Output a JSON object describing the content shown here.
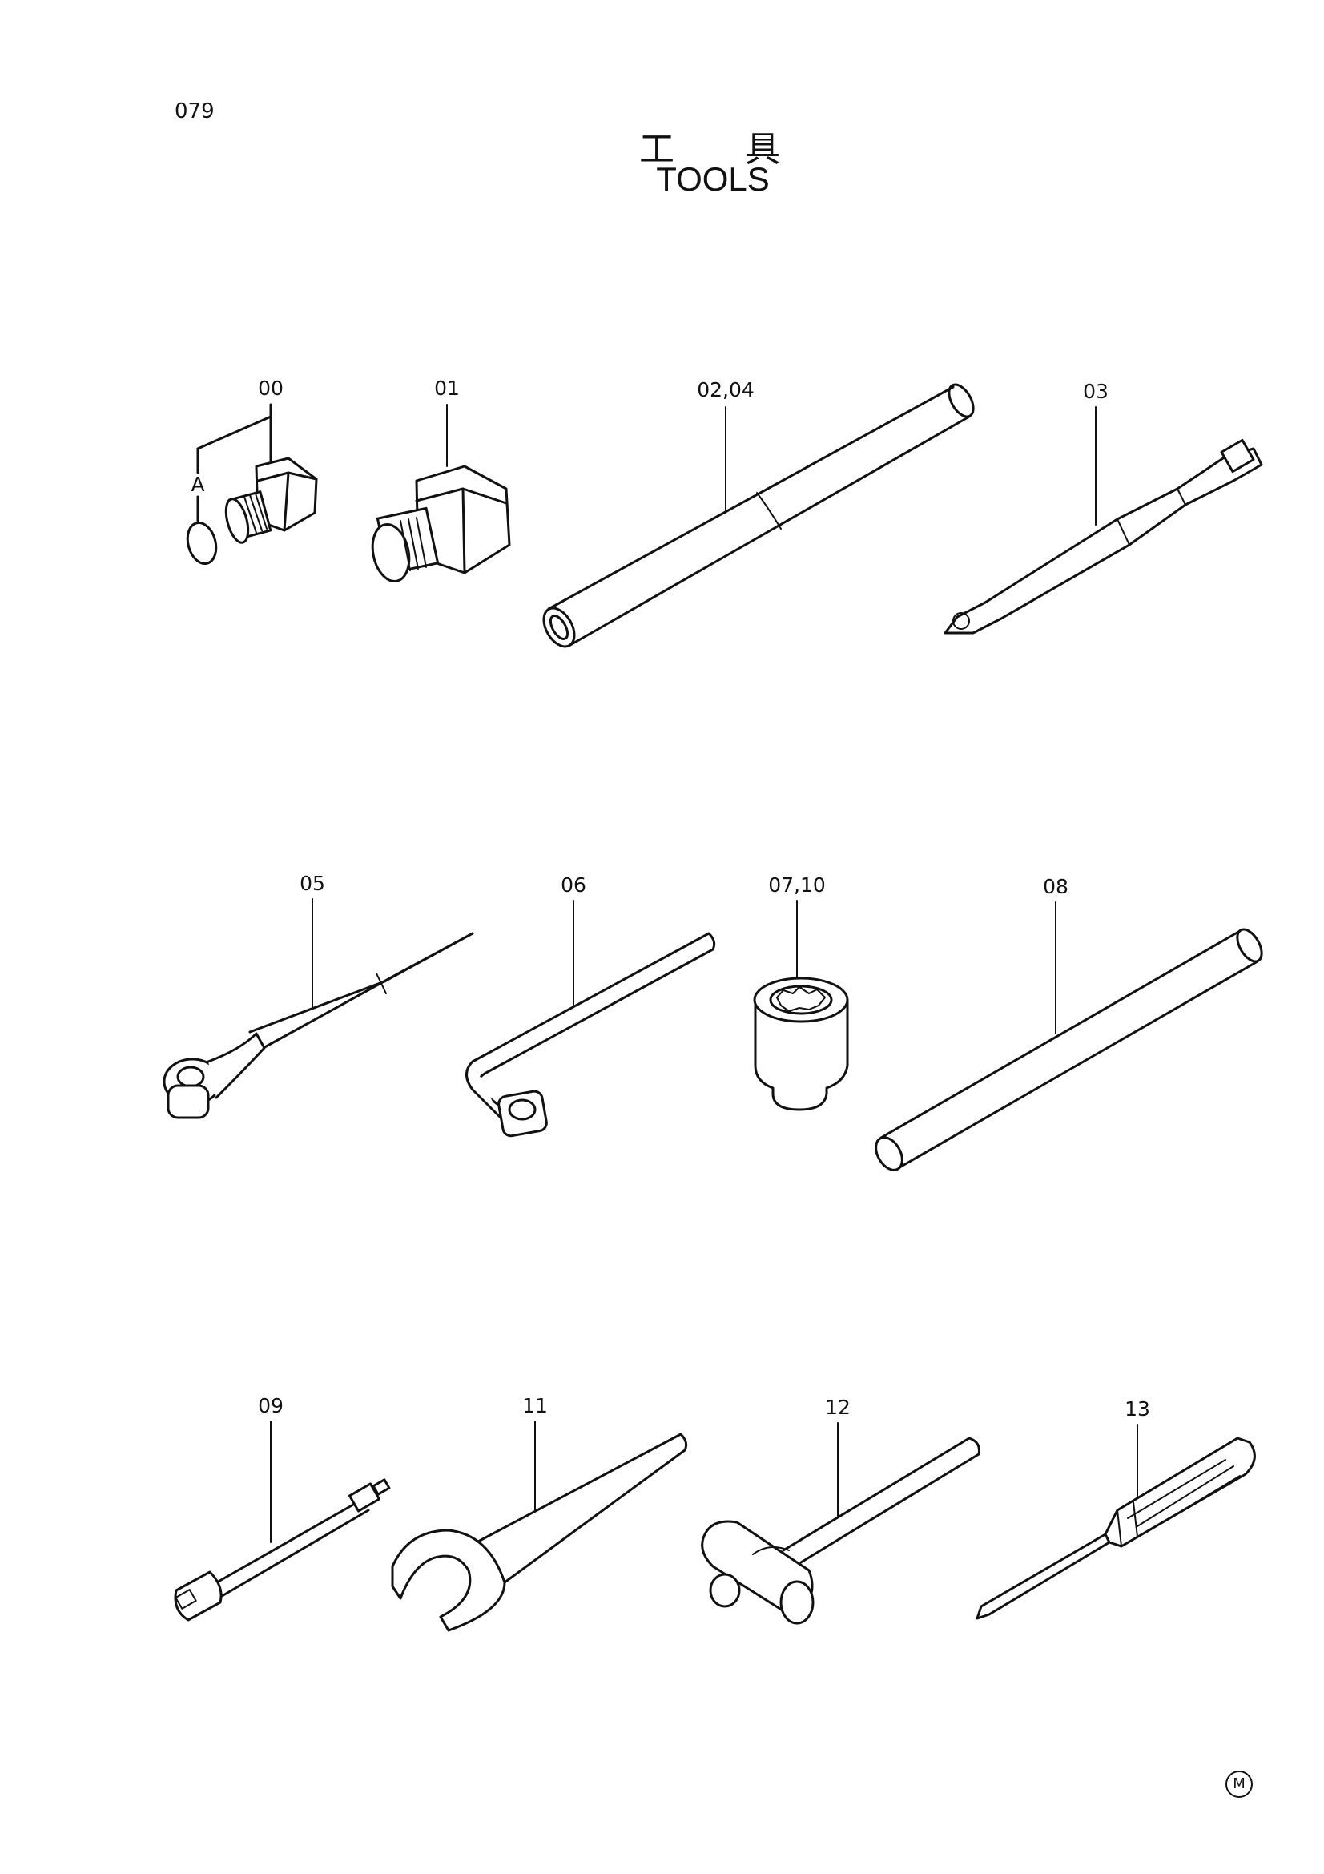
{
  "page_number": "079",
  "title_japanese_1": "工",
  "title_japanese_2": "具",
  "title_english": "TOOLS",
  "callouts": {
    "c00": "00",
    "cA": "A",
    "c01": "01",
    "c0204": "02,04",
    "c03": "03",
    "c05": "05",
    "c06": "06",
    "c0710": "07,10",
    "c08": "08",
    "c09": "09",
    "c11": "11",
    "c12": "12",
    "c13": "13"
  },
  "corner_mark": "M"
}
